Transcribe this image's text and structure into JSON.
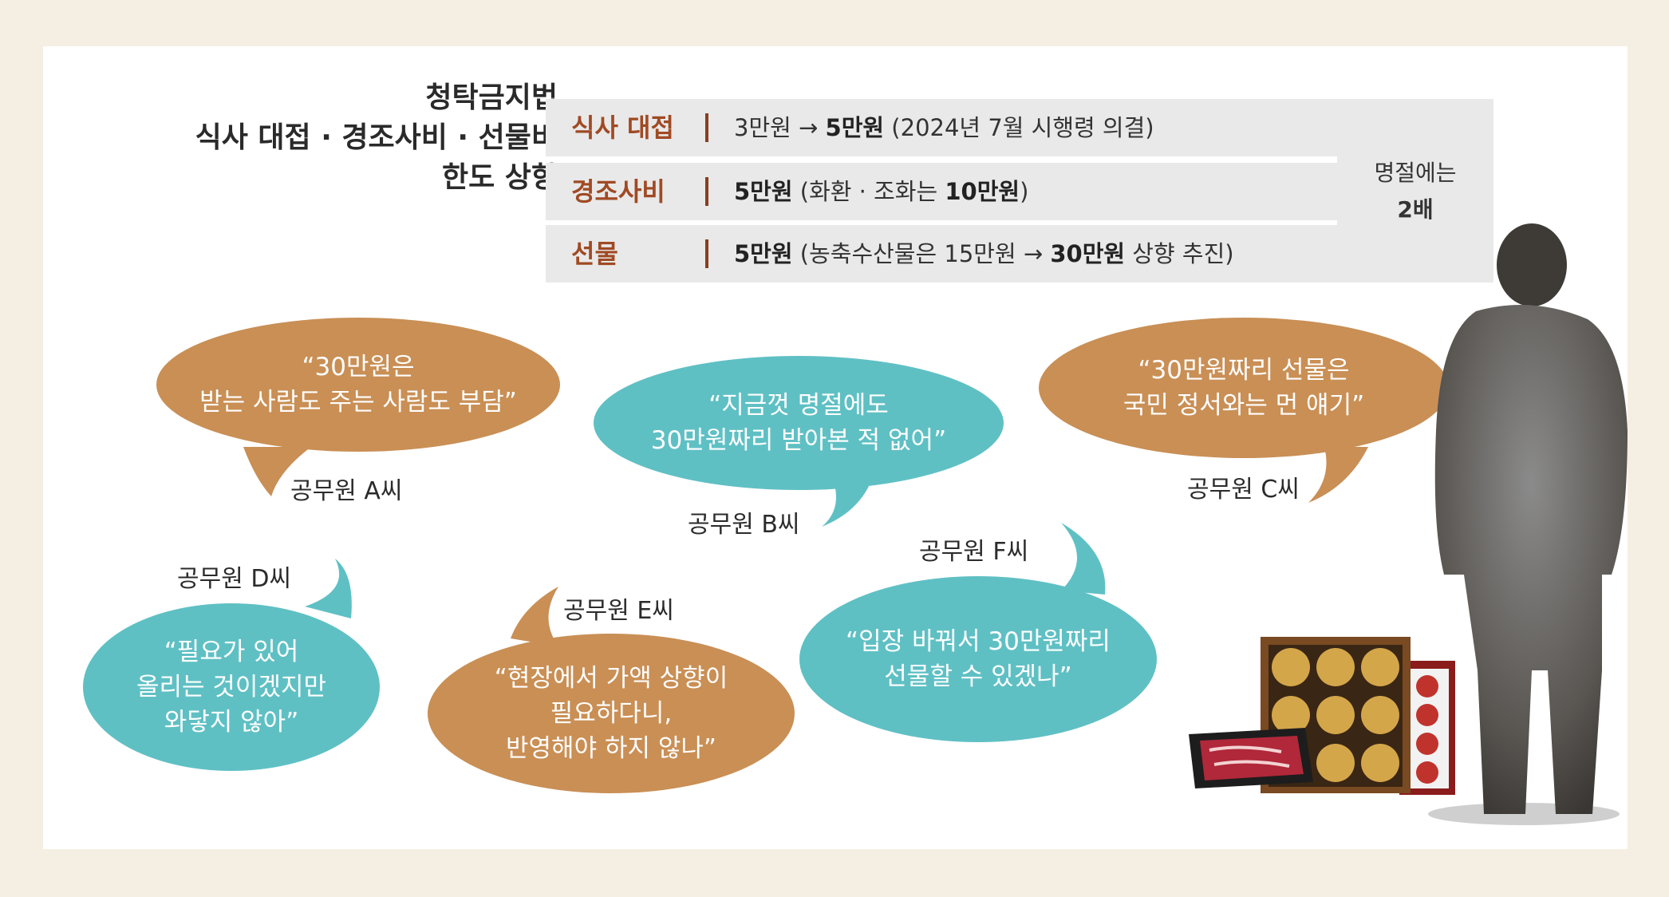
{
  "title": {
    "line1": "청탁금지법",
    "line2": "식사 대접 · 경조사비 · 선물비",
    "line3": "한도 상향"
  },
  "table": {
    "rows": [
      {
        "label": "식사 대접",
        "pre": "3만원 → ",
        "bold": "5만원",
        "post": " (2024년 7월 시행령 의결)"
      },
      {
        "label": "경조사비",
        "bold": "5만원",
        "mid": " (화환 · 조화는 ",
        "bold2": "10만원",
        "post": ")"
      },
      {
        "label": "선물",
        "bold": "5만원",
        "mid": " (농축수산물은 15만원 → ",
        "bold2": "30만원",
        "post": " 상향 추진)"
      }
    ],
    "side": {
      "line1": "명절에는",
      "line2": "2배"
    }
  },
  "quotes": [
    {
      "speaker": "공무원 A씨",
      "text": "“30만원은\n받는 사람도 주는 사람도 부담”",
      "color": "#c98f55"
    },
    {
      "speaker": "공무원 B씨",
      "text": "“지금껏 명절에도\n30만원짜리 받아본 적 없어”",
      "color": "#5fc0c4"
    },
    {
      "speaker": "공무원 C씨",
      "text": "“30만원짜리 선물은\n국민 정서와는 먼 얘기”",
      "color": "#c98f55"
    },
    {
      "speaker": "공무원 D씨",
      "text": "“필요가 있어\n올리는 것이겠지만\n와닿지 않아”",
      "color": "#5fc0c4"
    },
    {
      "speaker": "공무원 E씨",
      "text": "“현장에서 가액 상향이\n필요하다니,\n반영해야 하지 않나”",
      "color": "#c98f55"
    },
    {
      "speaker": "공무원 F씨",
      "text": "“입장 바꿔서 30만원짜리\n선물할 수 있겠나”",
      "color": "#5fc0c4"
    }
  ]
}
